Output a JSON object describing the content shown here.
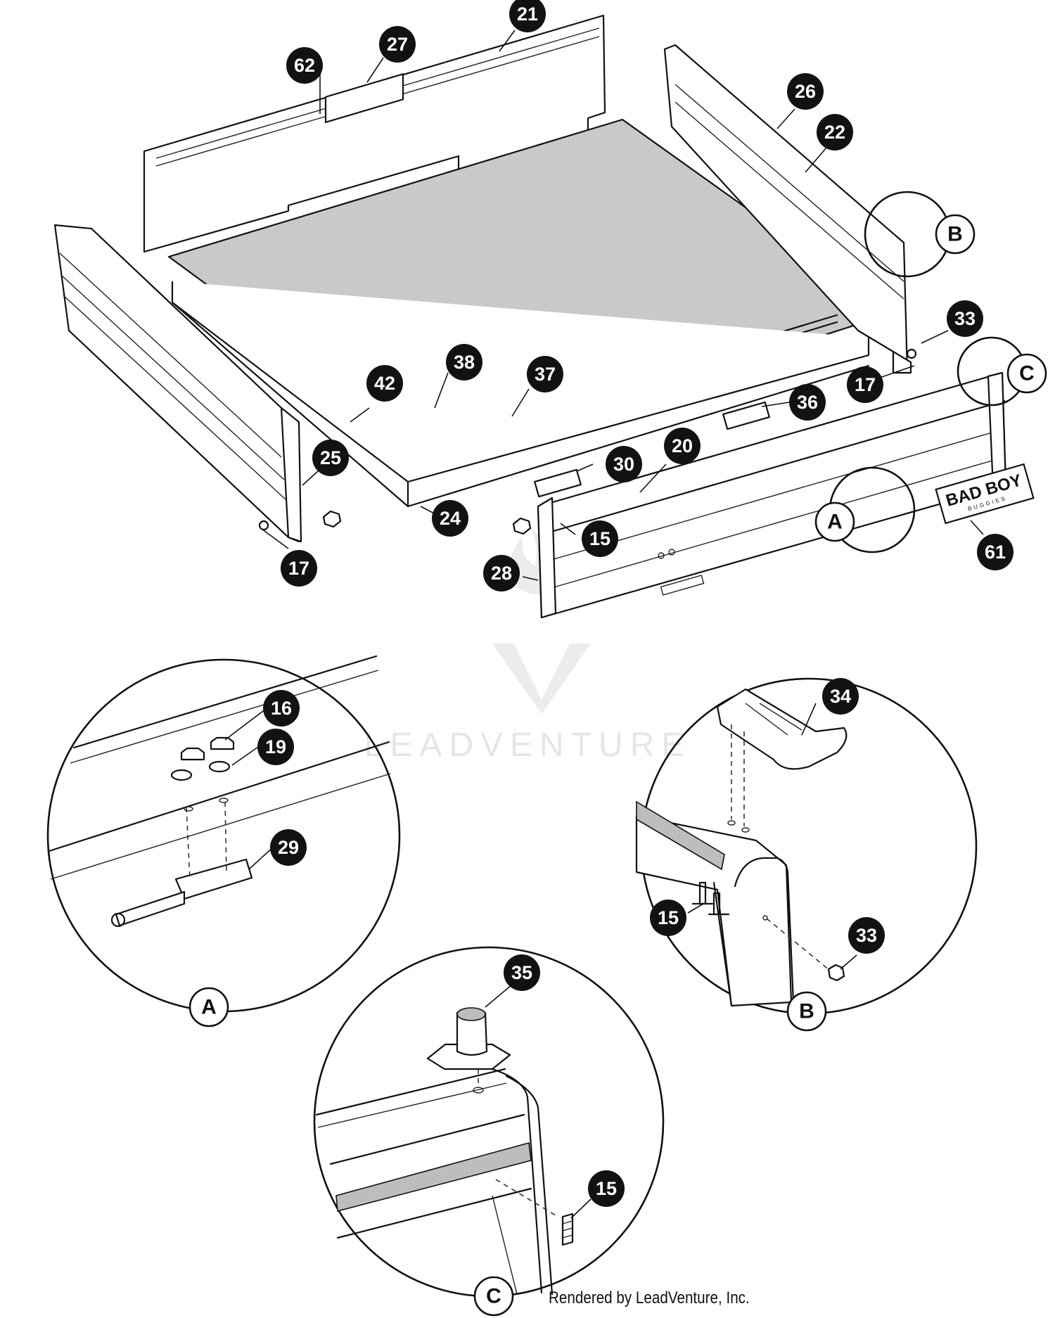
{
  "watermark": {
    "text": "LEADVENTURE"
  },
  "credit": "Rendered by LeadVenture, Inc.",
  "decal": {
    "main": "BAD BOY",
    "sub": "BUGGIES"
  },
  "callouts": [
    {
      "id": "c62",
      "label": "62"
    },
    {
      "id": "c27",
      "label": "27"
    },
    {
      "id": "c21",
      "label": "21"
    },
    {
      "id": "c26",
      "label": "26"
    },
    {
      "id": "c22",
      "label": "22"
    },
    {
      "id": "c33a",
      "label": "33"
    },
    {
      "id": "c17a",
      "label": "17"
    },
    {
      "id": "c36",
      "label": "36"
    },
    {
      "id": "c38",
      "label": "38"
    },
    {
      "id": "c37",
      "label": "37"
    },
    {
      "id": "c42",
      "label": "42"
    },
    {
      "id": "c25",
      "label": "25"
    },
    {
      "id": "c20",
      "label": "20"
    },
    {
      "id": "c30",
      "label": "30"
    },
    {
      "id": "c24",
      "label": "24"
    },
    {
      "id": "c17b",
      "label": "17"
    },
    {
      "id": "c15a",
      "label": "15"
    },
    {
      "id": "c28",
      "label": "28"
    },
    {
      "id": "c61",
      "label": "61"
    },
    {
      "id": "c16",
      "label": "16"
    },
    {
      "id": "c19",
      "label": "19"
    },
    {
      "id": "c29",
      "label": "29"
    },
    {
      "id": "c34",
      "label": "34"
    },
    {
      "id": "c15b",
      "label": "15"
    },
    {
      "id": "c33b",
      "label": "33"
    },
    {
      "id": "c35",
      "label": "35"
    },
    {
      "id": "c15c",
      "label": "15"
    }
  ],
  "details": [
    {
      "id": "dB1",
      "label": "B"
    },
    {
      "id": "dC1",
      "label": "C"
    },
    {
      "id": "dA1",
      "label": "A"
    },
    {
      "id": "dA2",
      "label": "A"
    },
    {
      "id": "dB2",
      "label": "B"
    },
    {
      "id": "dC2",
      "label": "C"
    }
  ]
}
